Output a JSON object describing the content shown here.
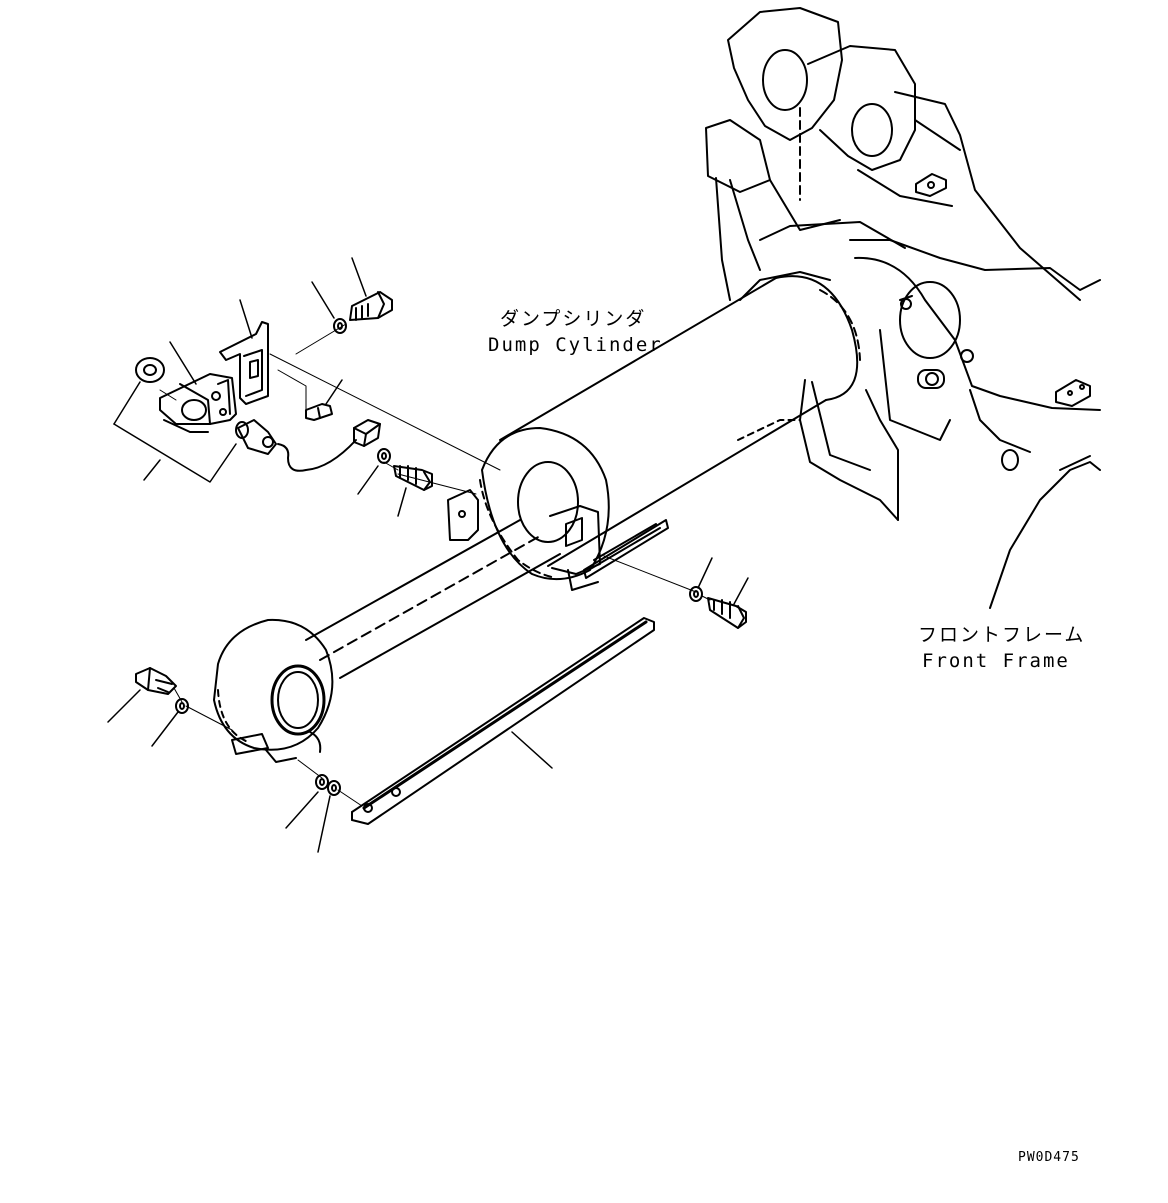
{
  "labels": {
    "dump_cylinder_jp": "ダンプシリンダ",
    "dump_cylinder_en": "Dump Cylinder",
    "front_frame_jp": "フロントフレーム",
    "front_frame_en": "Front Frame"
  },
  "drawing_code": "PW0D475",
  "colors": {
    "ink": "#000000",
    "paper": "#ffffff"
  }
}
